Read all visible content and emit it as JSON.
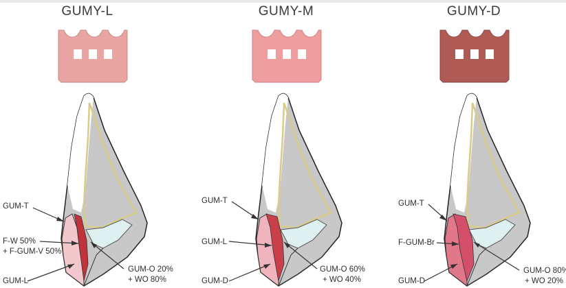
{
  "panels": [
    {
      "title": "GUMY-L",
      "swatch_color": "#e8a5a1",
      "labels": {
        "t": "GUM-T",
        "mid_1": "F-W 50%",
        "mid_2": "+ F-GUM-V 50%",
        "bottom": "GUM-L",
        "right_1": "GUM-O 20%",
        "right_2": "+ WO 80%"
      }
    },
    {
      "title": "GUMY-M",
      "swatch_color": "#ef9ea0",
      "labels": {
        "t": "GUM-T",
        "mid_1": "GUM-L",
        "mid_2": "",
        "bottom": "GUM-D",
        "right_1": "GUM-O 60%",
        "right_2": "+ WO 40%"
      }
    },
    {
      "title": "GUMY-D",
      "swatch_color": "#b05a55",
      "labels": {
        "t": "GUM-T",
        "mid_1": "F-GUM-Br",
        "mid_2": "",
        "bottom": "GUM-D",
        "right_1": "GUM-O 80%",
        "right_2": "+ WO 20%"
      }
    }
  ]
}
